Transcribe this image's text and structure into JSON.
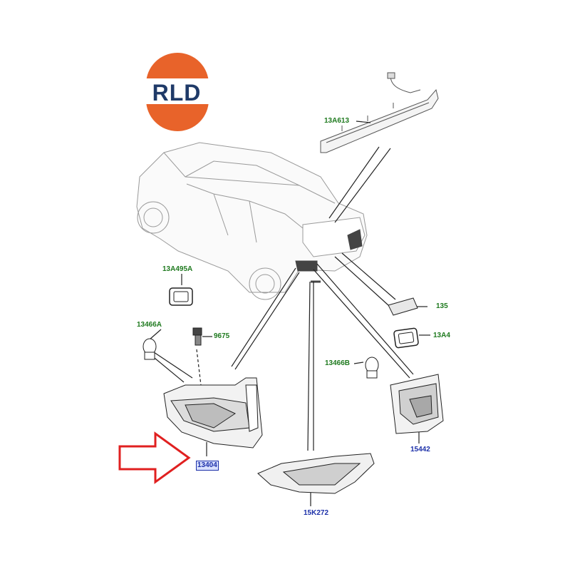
{
  "logo": {
    "text": "RLD",
    "colors": {
      "orange": "#e8632a",
      "navy": "#1f3a68",
      "grey": "#c9c9c9"
    }
  },
  "labels": {
    "third_brake_lamp": "13A613",
    "lamp_gasket": "13A495A",
    "bulb_left": "13466A",
    "bulb_holder": "9675",
    "plate_lamp": "135",
    "gasket_right": "13A4",
    "bulb_right": "13466B",
    "tail_lamp_right": "15442",
    "tail_lamp_left": "13404",
    "reflector": "15K272"
  },
  "colors": {
    "label_green": "#1f7a1f",
    "label_blue": "#1b2fa8",
    "arrow_red": "#e02020"
  }
}
